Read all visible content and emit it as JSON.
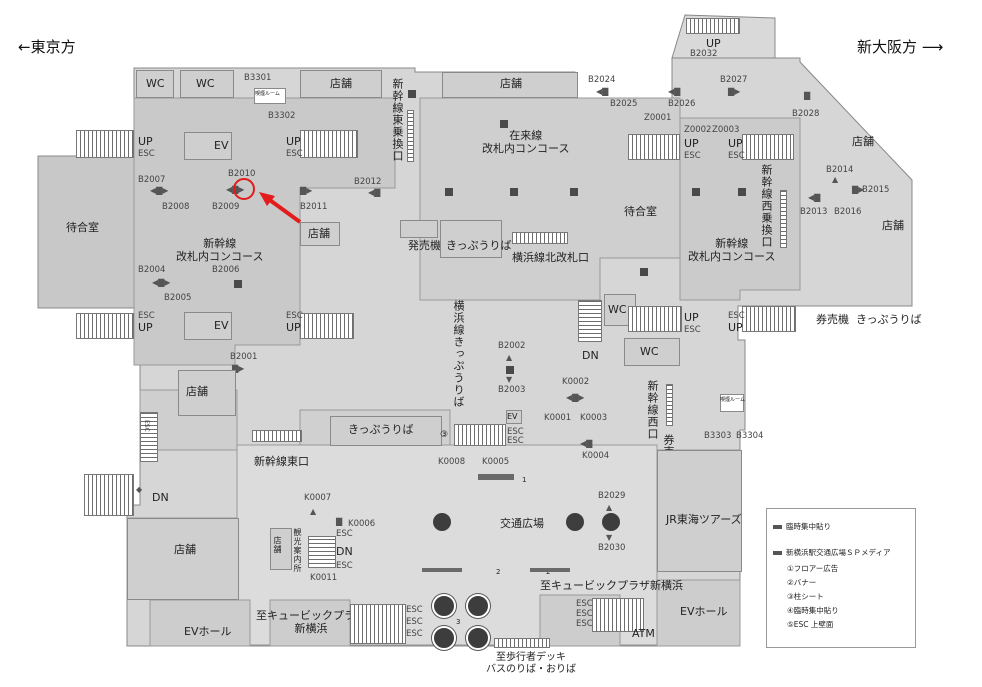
{
  "directions": {
    "west": "←東京方",
    "east": "新大阪方 ⟶"
  },
  "shops": {
    "top_left": "店舗",
    "top_center": "店舗",
    "right_upper": "店舗",
    "right_mid": "店舗",
    "center_left": "店舗",
    "left_mid": "店舗",
    "lower_left": "店舗",
    "small_lower": "店舗"
  },
  "wc": {
    "a": "WC",
    "b": "WC",
    "c": "WC",
    "d": "WC"
  },
  "ev": {
    "a": "EV",
    "b": "EV",
    "c": "EV"
  },
  "areas": {
    "waiting_left": "待合室",
    "waiting_right": "待合室",
    "shinkansen_concourse_left": "新幹線\n改札内コンコース",
    "shinkansen_concourse_right": "新幹線\n改札内コンコース",
    "conventional_concourse": "在来線\n改札内コンコース",
    "ticket_machine": "発売機",
    "ticket_office": "きっぷうりば",
    "yokohama_north_gate": "横浜線北改札口",
    "ticket_office_center": "きっぷうりば",
    "shinkansen_east_gate": "新幹線東口",
    "transport_plaza": "交通広場",
    "cubic_plaza_center": "至キュービックプラザ新横浜",
    "cubic_plaza_left": "至キュービックプラザ\n新横浜",
    "jr_tours": "JR東海ツアーズ",
    "ev_hall_right": "EVホール",
    "ev_hall_left": "EVホール",
    "atm": "ATM",
    "ticket_machine_right": "券売機",
    "ticket_office_right": "きっぷうりば",
    "ticket_machine_v": "券売機",
    "pedestrian_deck": "至歩行者デッキ\nバスのりば・おりば",
    "waiting_room_small_a": "喫煙ルーム",
    "waiting_room_small_b": "喫煙ルーム"
  },
  "vertical_labels": {
    "shinkansen_east_transfer": "新幹線東乗換口",
    "shinkansen_west_transfer": "新幹線西乗換口",
    "yokohama_line_ticket": "横浜線きっぷうりば",
    "shinkansen_west_gate": "新幹線西口",
    "tourist_info": "観光案内所"
  },
  "escalators": {
    "up": "UP",
    "esc": "ESC",
    "dn": "DN"
  },
  "codes": {
    "B2001": "B2001",
    "B2002": "B2002",
    "B2003": "B2003",
    "B2004": "B2004",
    "B2005": "B2005",
    "B2006": "B2006",
    "B2007": "B2007",
    "B2008": "B2008",
    "B2009": "B2009",
    "B2010": "B2010",
    "B2011": "B2011",
    "B2012": "B2012",
    "B2013": "B2013",
    "B2014": "B2014",
    "B2015": "B2015",
    "B2016": "B2016",
    "B2024": "B2024",
    "B2025": "B2025",
    "B2026": "B2026",
    "B2027": "B2027",
    "B2028": "B2028",
    "B2029": "B2029",
    "B2030": "B2030",
    "B2032": "B2032",
    "B3301": "B3301",
    "B3302": "B3302",
    "B3303": "B3303",
    "B3304": "B3304",
    "Z0001": "Z0001",
    "Z0002": "Z0002",
    "Z0003": "Z0003",
    "K0001": "K0001",
    "K0002": "K0002",
    "K0003": "K0003",
    "K0004": "K0004",
    "K0005": "K0005",
    "K0006": "K0006",
    "K0007": "K0007",
    "K0008": "K0008",
    "K0011": "K0011"
  },
  "legend": {
    "item1": "臨時集中貼り",
    "item2": "新横浜駅交通広場ＳＰメディア",
    "sub1": "①フロアー広告",
    "sub2": "②バナー",
    "sub3": "③柱シート",
    "sub4": "④臨時集中貼り",
    "sub5": "⑤ESC 上壁面"
  },
  "markers": {
    "one": "1",
    "two": "2",
    "three": "3",
    "circled3": "③"
  },
  "highlight": {
    "color": "#e21b1b",
    "target": "B2010"
  }
}
